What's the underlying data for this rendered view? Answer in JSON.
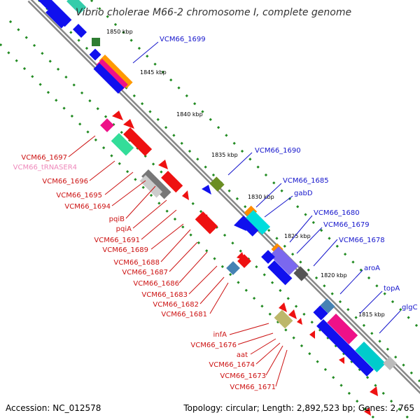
{
  "title": "Vibrio cholerae M66-2 chromosome I, complete genome",
  "footer": {
    "accession": "Accession: NC_012578",
    "summary": "Topology: circular; Length: 2,892,523 bp; Genes: 2,765"
  },
  "colors": {
    "backbone": "#888888",
    "tick": "#228B22",
    "gene_blue": "#1010EE",
    "gene_red": "#EE1111",
    "label_blue": "#1515CC",
    "label_red": "#CC1111",
    "label_pink": "#EE88BB"
  },
  "kbp_markers": [
    {
      "text": "1850 kbp"
    },
    {
      "text": "1845 kbp"
    },
    {
      "text": "1840 kbp"
    },
    {
      "text": "1835 kbp"
    },
    {
      "text": "1830 kbp"
    },
    {
      "text": "1825 kbp"
    },
    {
      "text": "1820 kbp"
    },
    {
      "text": "1815 kbp"
    }
  ],
  "labels_right": [
    {
      "text": "VCM66_1699"
    },
    {
      "text": "VCM66_1690"
    },
    {
      "text": "VCM66_1685"
    },
    {
      "text": "gabD"
    },
    {
      "text": "VCM66_1680"
    },
    {
      "text": "VCM66_1679"
    },
    {
      "text": "VCM66_1678"
    },
    {
      "text": "aroA"
    },
    {
      "text": "topA"
    },
    {
      "text": "glgC"
    }
  ],
  "labels_left": [
    {
      "text": "VCM66_1697"
    },
    {
      "text": "VCM66_tRNASER4"
    },
    {
      "text": "VCM66_1696"
    },
    {
      "text": "VCM66_1695"
    },
    {
      "text": "VCM66_1694"
    },
    {
      "text": "pqiB"
    },
    {
      "text": "pqiA"
    },
    {
      "text": "VCM66_1691"
    },
    {
      "text": "VCM66_1689"
    },
    {
      "text": "VCM66_1688"
    },
    {
      "text": "VCM66_1687"
    },
    {
      "text": "VCM66_1686"
    },
    {
      "text": "VCM66_1683"
    },
    {
      "text": "VCM66_1682"
    },
    {
      "text": "VCM66_1681"
    },
    {
      "text": "infA"
    },
    {
      "text": "VCM66_1676"
    },
    {
      "text": "aat"
    },
    {
      "text": "VCM66_1674"
    },
    {
      "text": "VCM66_1673"
    },
    {
      "text": "VCM66_1671"
    }
  ]
}
